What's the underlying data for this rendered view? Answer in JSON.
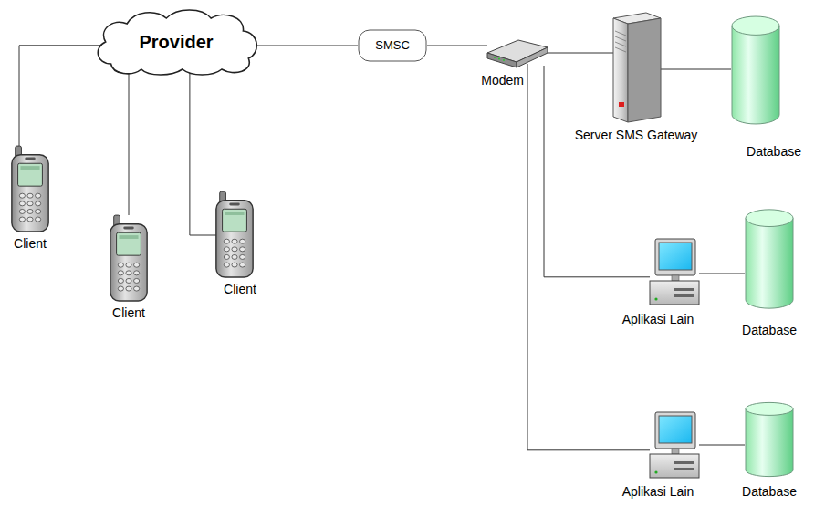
{
  "diagram": {
    "nodes": [
      {
        "text": [
          "Provider"
        ]
      },
      {
        "text": [
          "Client"
        ]
      },
      {
        "text": [
          "Client"
        ]
      },
      {
        "text": [
          "Client"
        ]
      },
      {
        "text": [
          "SMSC"
        ]
      },
      {
        "text": [
          "Modem"
        ]
      },
      {
        "text": [
          "Server SMS Gateway"
        ]
      },
      {
        "text": [
          "Database"
        ]
      },
      {
        "text": [
          "Aplikasi Lain"
        ]
      },
      {
        "text": [
          "Database"
        ]
      },
      {
        "text": [
          "Aplikasi Lain"
        ]
      },
      {
        "text": [
          "Database"
        ]
      }
    ],
    "edges": [
      {
        "from": 0,
        "to": 1,
        "arrow": "none"
      },
      {
        "from": 0,
        "to": 2,
        "arrow": "none"
      },
      {
        "from": 0,
        "to": 3,
        "arrow": "none"
      },
      {
        "from": 0,
        "to": 4,
        "arrow": "none"
      },
      {
        "from": 4,
        "to": 5,
        "arrow": "none"
      },
      {
        "from": 5,
        "to": 6,
        "arrow": "none"
      },
      {
        "from": 6,
        "to": 7,
        "arrow": "none"
      },
      {
        "from": 5,
        "to": 8,
        "arrow": "none"
      },
      {
        "from": 8,
        "to": 9,
        "arrow": "none"
      },
      {
        "from": 5,
        "to": 10,
        "arrow": "none"
      },
      {
        "from": 10,
        "to": 11,
        "arrow": "none"
      }
    ]
  }
}
